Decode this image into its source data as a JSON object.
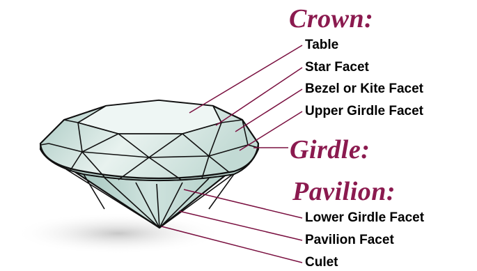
{
  "colors": {
    "heading": "#8b1a4f",
    "leader_line": "#7a1040",
    "label_text": "#000000",
    "gem_fill": "#d4e6e2",
    "gem_outline": "#111111"
  },
  "headings": {
    "crown": "Crown:",
    "girdle": "Girdle:",
    "pavilion": "Pavilion:"
  },
  "parts": {
    "table": "Table",
    "star_facet": "Star Facet",
    "bezel_facet": "Bezel or Kite Facet",
    "upper_girdle_facet": "Upper Girdle Facet",
    "lower_girdle_facet": "Lower Girdle Facet",
    "pavilion_facet": "Pavilion Facet",
    "culet": "Culet"
  }
}
